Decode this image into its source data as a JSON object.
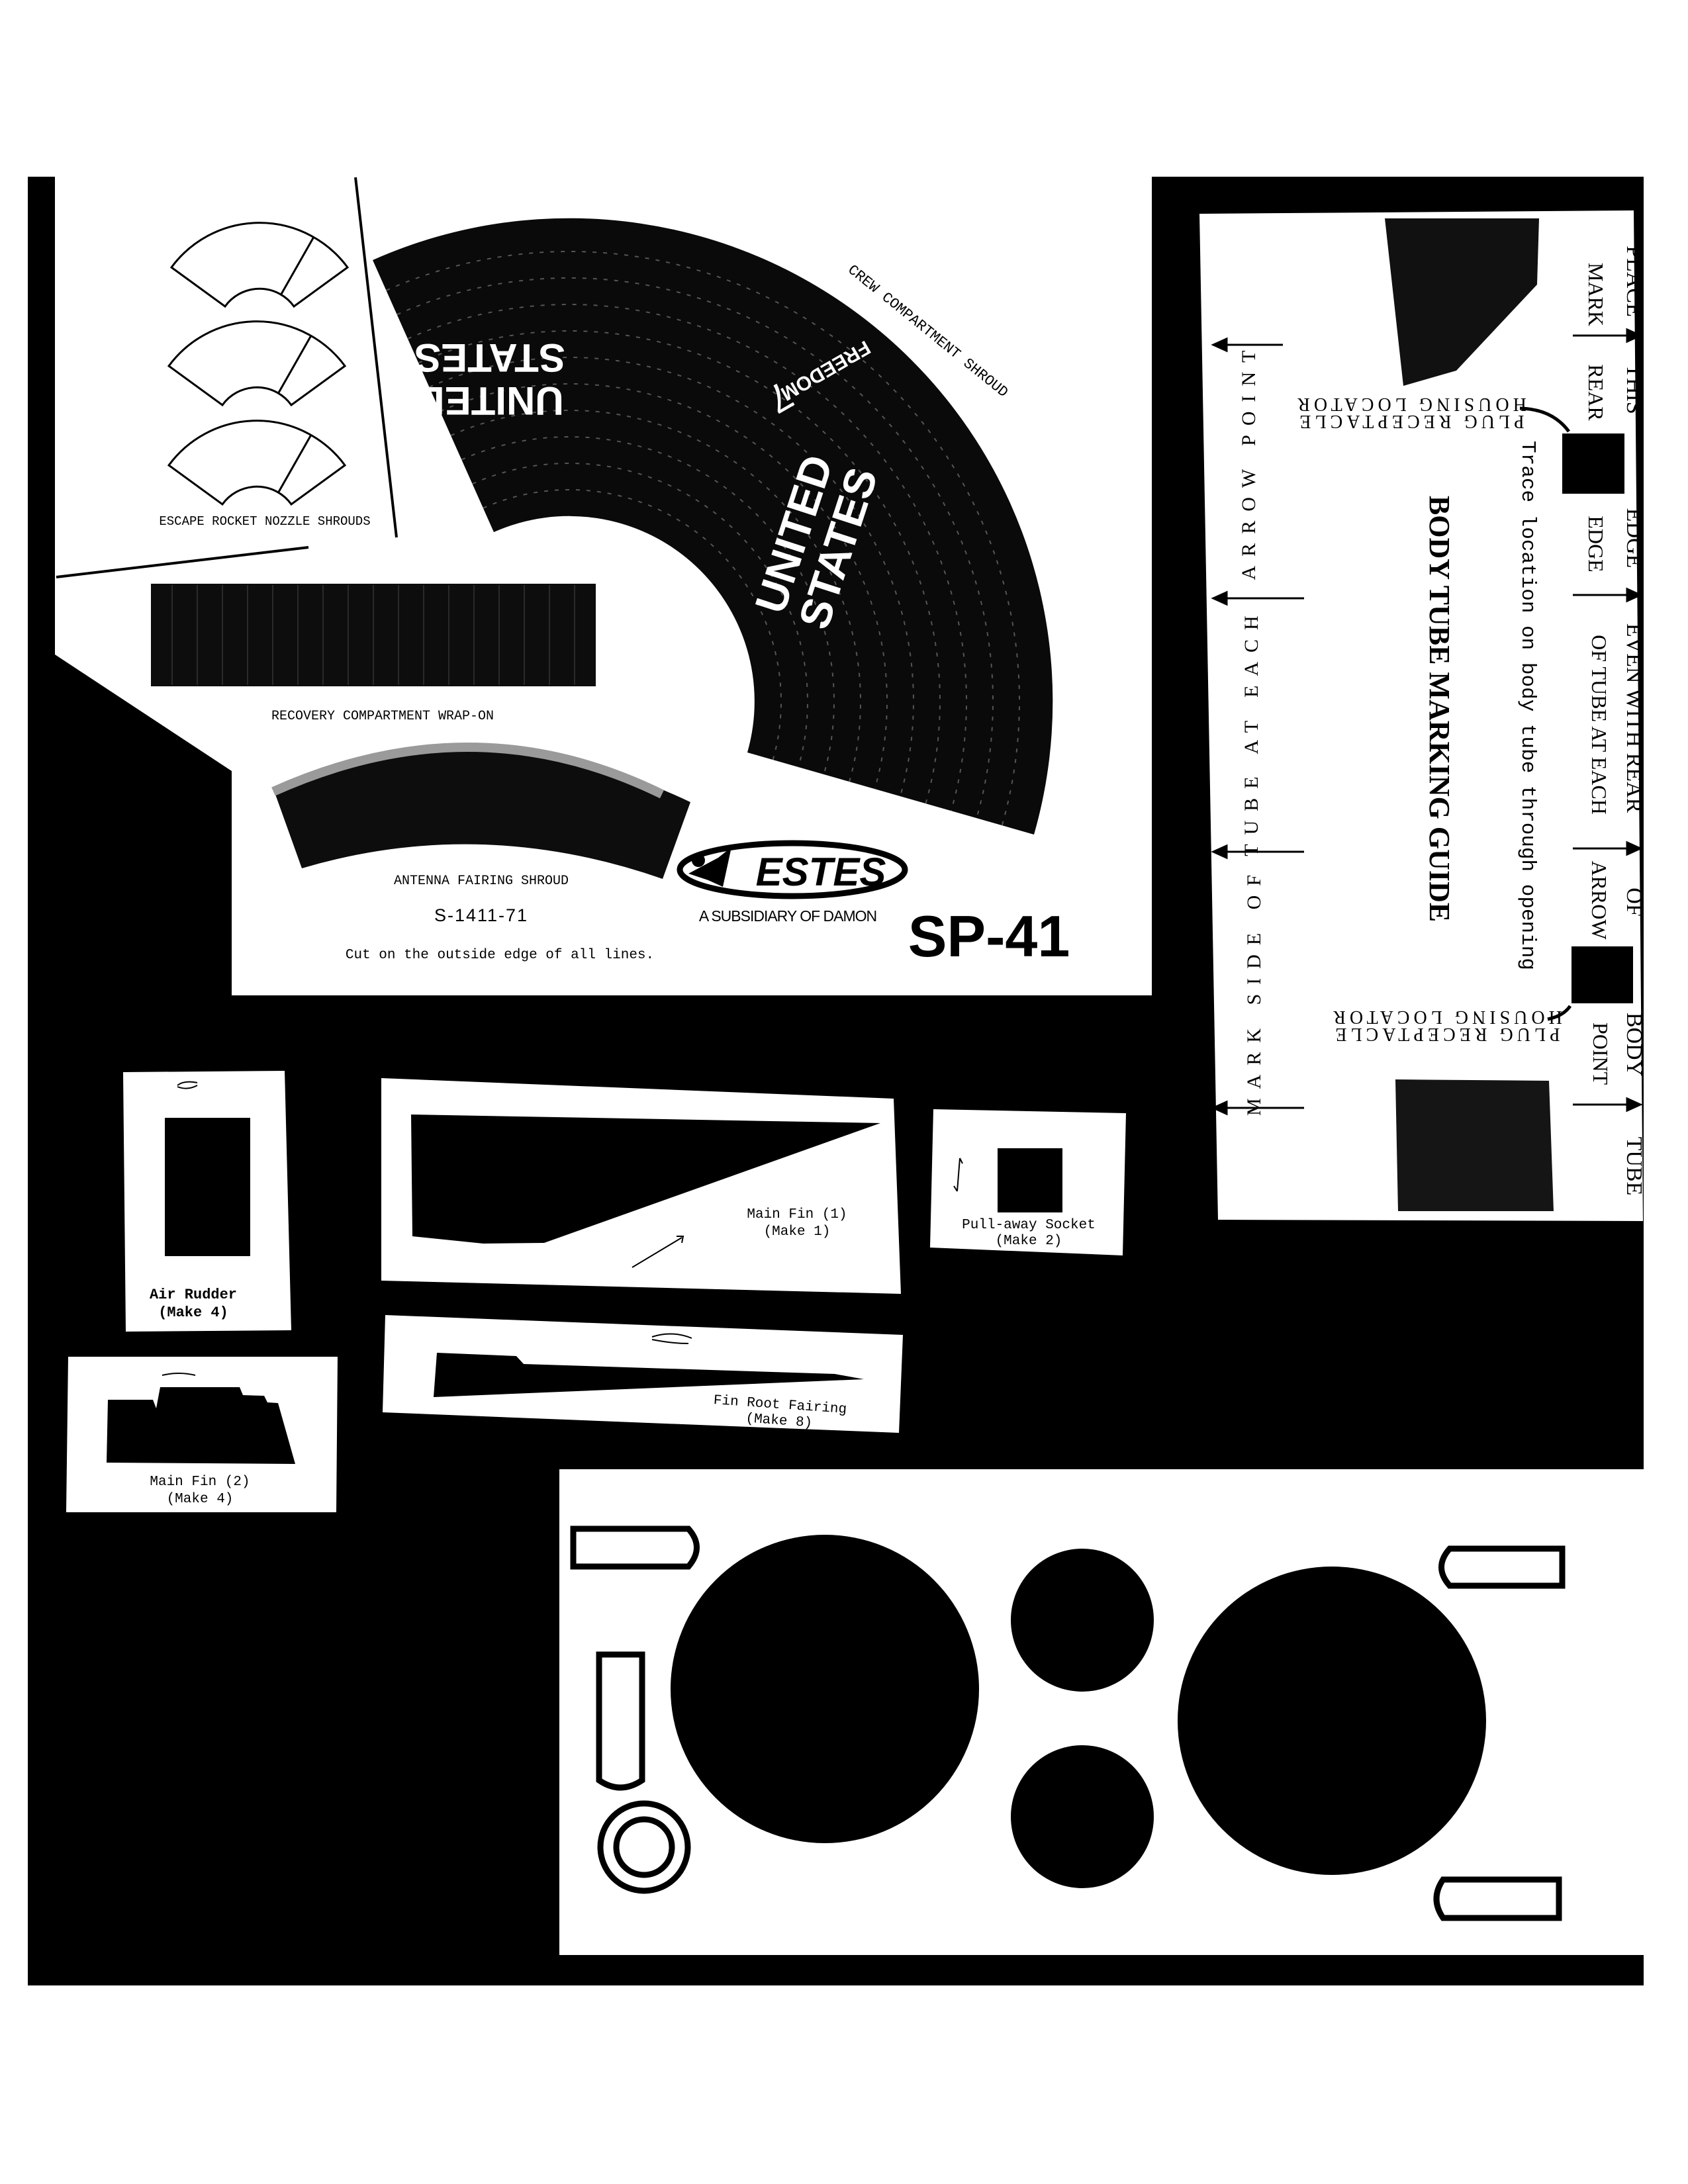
{
  "pattern_sheet": {
    "escape_label": "ESCAPE ROCKET NOZZLE SHROUDS",
    "crew_label": "CREW COMPARTMENT SHROUD",
    "crew_text_1_line1": "UNITED",
    "crew_text_1_line2": "STATES",
    "crew_text_2_line1": "UNITED",
    "crew_text_2_line2": "STATES",
    "freedom_text": "FREEDOM",
    "freedom_number": "7",
    "recovery_label": "RECOVERY COMPARTMENT WRAP-ON",
    "antenna_label": "ANTENNA FAIRING SHROUD",
    "part_number": "S-1411-71",
    "instruction": "Cut on the outside edge of all lines.",
    "logo_text": "ESTES",
    "subsidiary": "A SUBSIDIARY OF DAMON",
    "kit_number": "SP-41"
  },
  "body_tube_guide": {
    "title": "BODY TUBE MARKING GUIDE",
    "trace_note": "Trace location on body tube through opening",
    "plug_line1": "PLUG RECEPTACLE",
    "plug_line2": "HOUSING LOCATOR",
    "outer_column": [
      "PLACE",
      "THIS",
      "EDGE",
      "EVEN WITH REAR",
      "OF",
      "BODY",
      "TUBE"
    ],
    "rear_column": [
      "MARK",
      "REAR",
      "EDGE",
      "OF TUBE AT EACH",
      "ARROW",
      "POINT"
    ],
    "side_column": [
      "MARK SIDE OF",
      "TUBE AT EACH",
      "ARROW POINT"
    ]
  },
  "parts": {
    "air_rudder": {
      "name": "Air Rudder",
      "qty": "(Make 4)"
    },
    "main_fin_1": {
      "name": "Main Fin (1)",
      "qty": "(Make 1)"
    },
    "pull_away_socket": {
      "name": "Pull-away Socket",
      "qty": "(Make 2)"
    },
    "fin_root_fairing": {
      "name": "Fin Root Fairing",
      "qty": "(Make 8)"
    },
    "main_fin_2": {
      "name": "Main Fin (2)",
      "qty": "(Make 4)"
    }
  },
  "colors": {
    "ink": "#000000",
    "paper": "#ffffff",
    "print_dark": "#111111"
  }
}
